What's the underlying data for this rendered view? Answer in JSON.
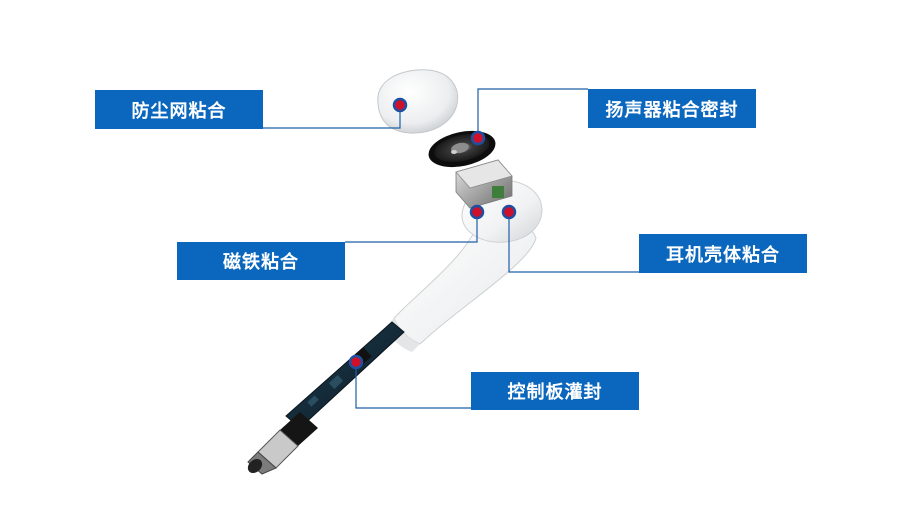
{
  "labels": {
    "dust_mesh": "防尘网粘合",
    "speaker": "扬声器粘合密封",
    "magnet": "磁铁粘合",
    "shell": "耳机壳体粘合",
    "board": "控制板灌封"
  },
  "colors": {
    "label_bg": "#0b67bd",
    "label_text": "#ffffff",
    "leader_line": "#1f5fa8",
    "marker_fill": "#d0102a",
    "marker_ring": "#1f4fa0"
  }
}
